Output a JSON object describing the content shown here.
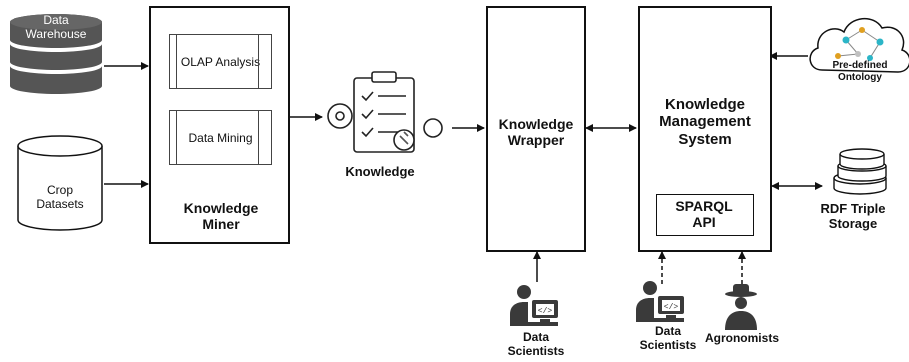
{
  "nodes": {
    "data_warehouse": "Data Warehouse",
    "crop_datasets": "Crop Datasets",
    "knowledge_miner": "Knowledge Miner",
    "olap": "OLAP Analysis",
    "data_mining": "Data Mining",
    "knowledge": "Knowledge",
    "knowledge_wrapper": "Knowledge Wrapper",
    "kms": "Knowledge Management System",
    "sparql": "SPARQL API",
    "ontology": "Pre-defined Ontology",
    "rdf": "RDF Triple Storage",
    "data_scientists_1": "Data Scientists",
    "data_scientists_2": "Data Scientists",
    "agronomists": "Agronomists"
  },
  "colors": {
    "db_fill": "#555555",
    "person": "#3a3a3a",
    "line": "#111111"
  },
  "icons": [
    "database-icon",
    "cylinder-icon",
    "checklist-gears-icon",
    "network-icon",
    "cloud-network-icon",
    "disk-stack-icon",
    "developer-icon",
    "farmer-icon"
  ]
}
